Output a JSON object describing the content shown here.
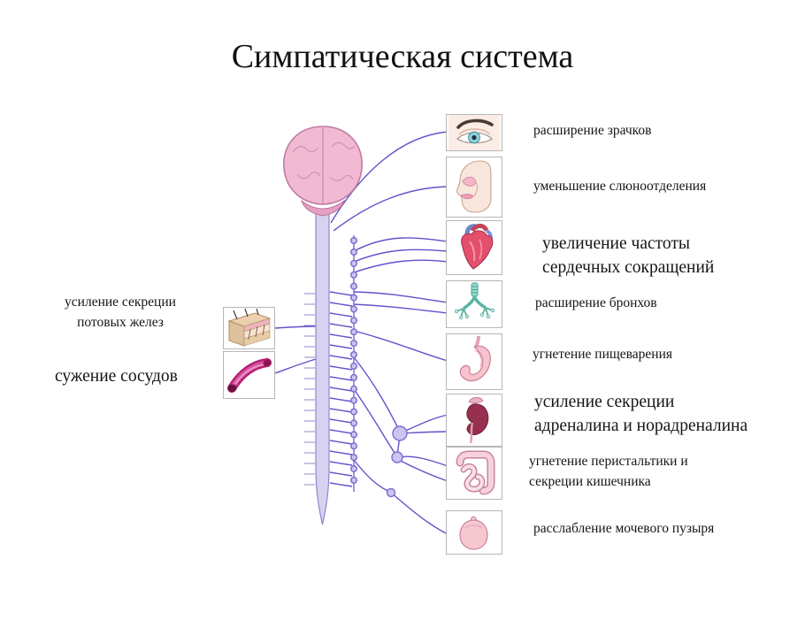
{
  "title": "Симпатическая система",
  "left_annotations": [
    {
      "id": "sweat-glands",
      "text": "усиление секреции\nпотовых желез"
    },
    {
      "id": "vasoconstriction",
      "text": "сужение сосудов"
    }
  ],
  "right_annotations": [
    {
      "id": "pupils",
      "text": "расширение зрачков"
    },
    {
      "id": "salivation",
      "text": "уменьшение слюноотделения"
    },
    {
      "id": "heart-rate",
      "text": "увеличение частоты\nсердечных сокращений"
    },
    {
      "id": "bronchi",
      "text": "расширение бронхов"
    },
    {
      "id": "digestion",
      "text": "угнетение пищеварения"
    },
    {
      "id": "adrenaline",
      "text": "усиление секреции\nадреналина и норадреналина"
    },
    {
      "id": "intestine",
      "text": "угнетение перистальтики и\nсекреции кишечника"
    },
    {
      "id": "bladder",
      "text": "расслабление мочевого пузыря"
    }
  ],
  "icons": {
    "brain": "brain-icon",
    "spinal_cord": "spinal-cord-icon",
    "sympathetic_chain": "sympathetic-chain-icon",
    "eye": "eye-icon",
    "head": "head-profile-icon",
    "heart": "heart-icon",
    "bronchi": "bronchi-icon",
    "stomach": "stomach-icon",
    "kidney": "kidney-adrenal-icon",
    "intestine": "intestine-icon",
    "bladder": "bladder-icon",
    "skin": "sweat-gland-skin-icon",
    "vessel": "blood-vessel-icon"
  },
  "colors": {
    "nerve": "#5f53cb",
    "spinal_cord_fill": "#d9d1f0",
    "brain_fill": "#f1bad2",
    "heart_red": "#e4506b",
    "bronchi_teal": "#57b2a2",
    "kidney_maroon": "#97304e",
    "vessel_magenta": "#b31e6f"
  }
}
